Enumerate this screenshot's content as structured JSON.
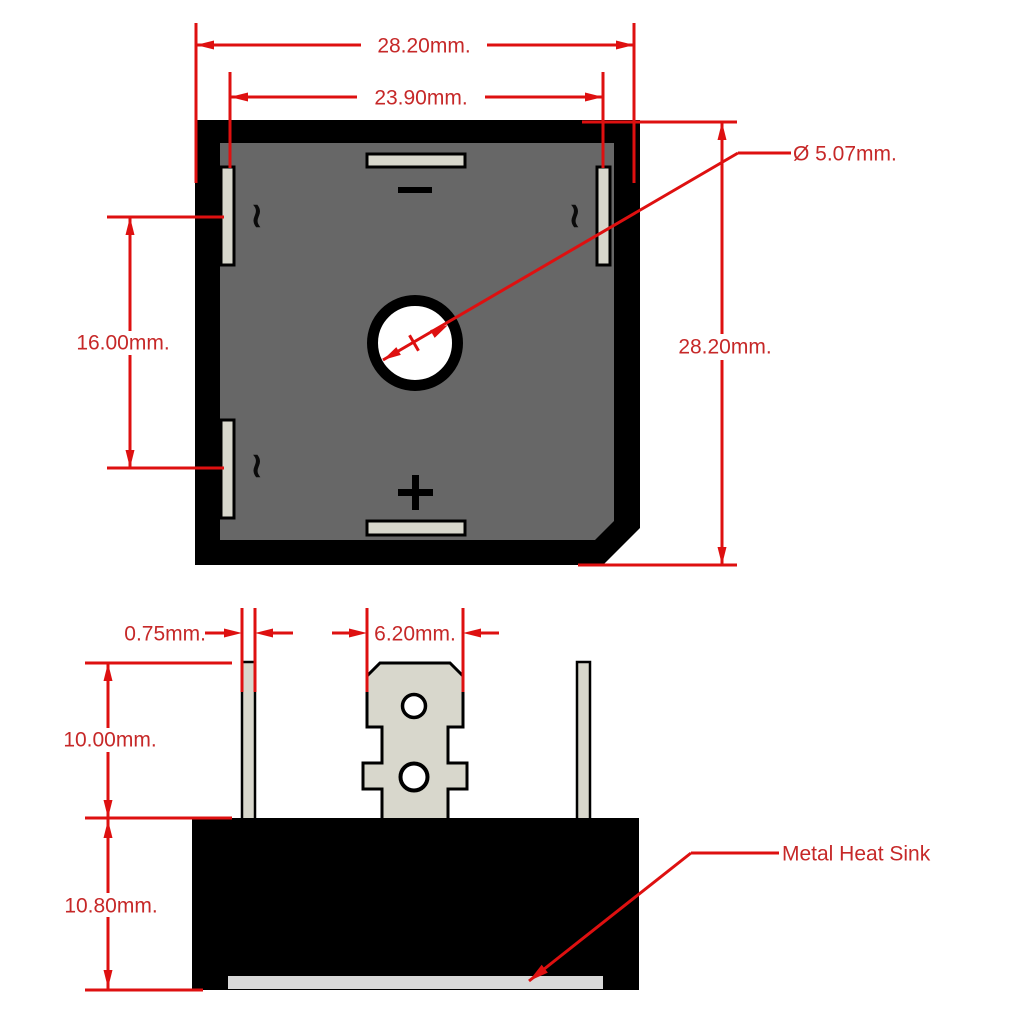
{
  "colors": {
    "dimension_red": "#de1010",
    "dimension_text_red": "#c62828",
    "body_black": "#000000",
    "molded_body_gray": "#676767",
    "terminal_gray": "#d8d7cc",
    "heatsink_gray": "#d9d9d9",
    "background": "#ffffff"
  },
  "top_view": {
    "dim_overall_width": "28.20mm.",
    "dim_terminal_span": "23.90mm.",
    "dim_overall_height": "28.20mm.",
    "dim_ac_terminal_spacing": "16.00mm.",
    "dim_hole_diameter": "Ø 5.07mm.",
    "symbols": {
      "ac_top_left": "~",
      "ac_top_right": "~",
      "ac_bottom_left": "~",
      "negative": "−",
      "positive": "+"
    }
  },
  "side_view": {
    "dim_pin_thickness": "0.75mm.",
    "dim_tab_width": "6.20mm.",
    "dim_pin_length": "10.00mm.",
    "dim_body_height": "10.80mm.",
    "heatsink_label": "Metal Heat Sink"
  }
}
